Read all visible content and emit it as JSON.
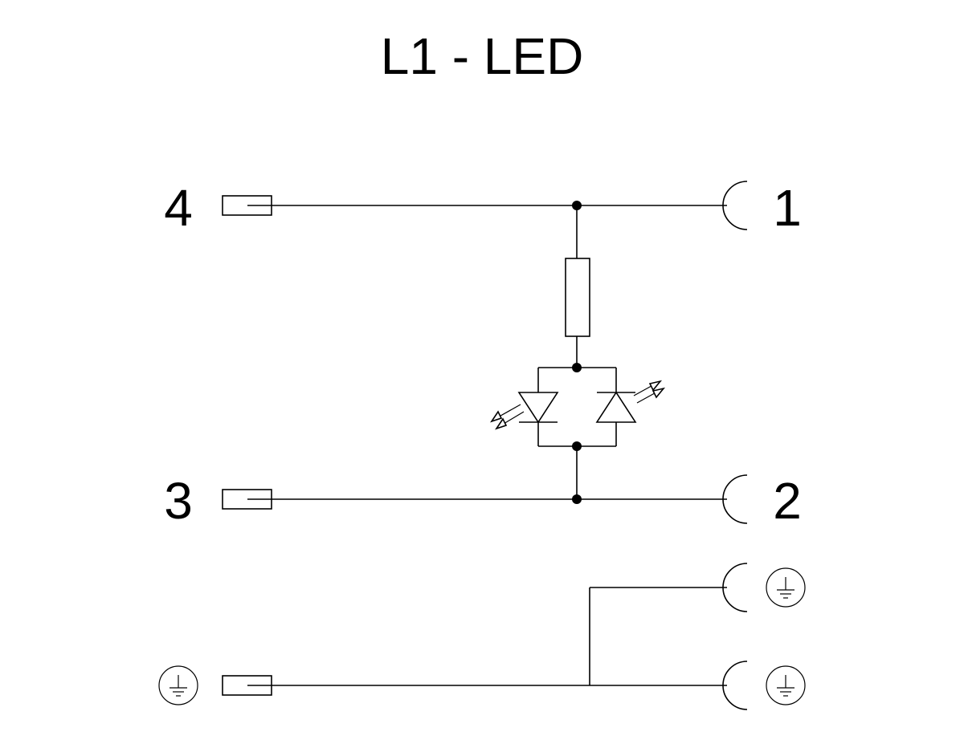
{
  "diagram": {
    "title": "L1 - LED",
    "pins": {
      "left_top": "4",
      "left_middle": "3",
      "right_top": "1",
      "right_middle": "2"
    },
    "symbols": {
      "earth": "protective-earth-icon",
      "resistor": "resistor-icon",
      "led": "led-icon"
    },
    "colors": {
      "line": "#000000",
      "background": "#ffffff"
    }
  }
}
